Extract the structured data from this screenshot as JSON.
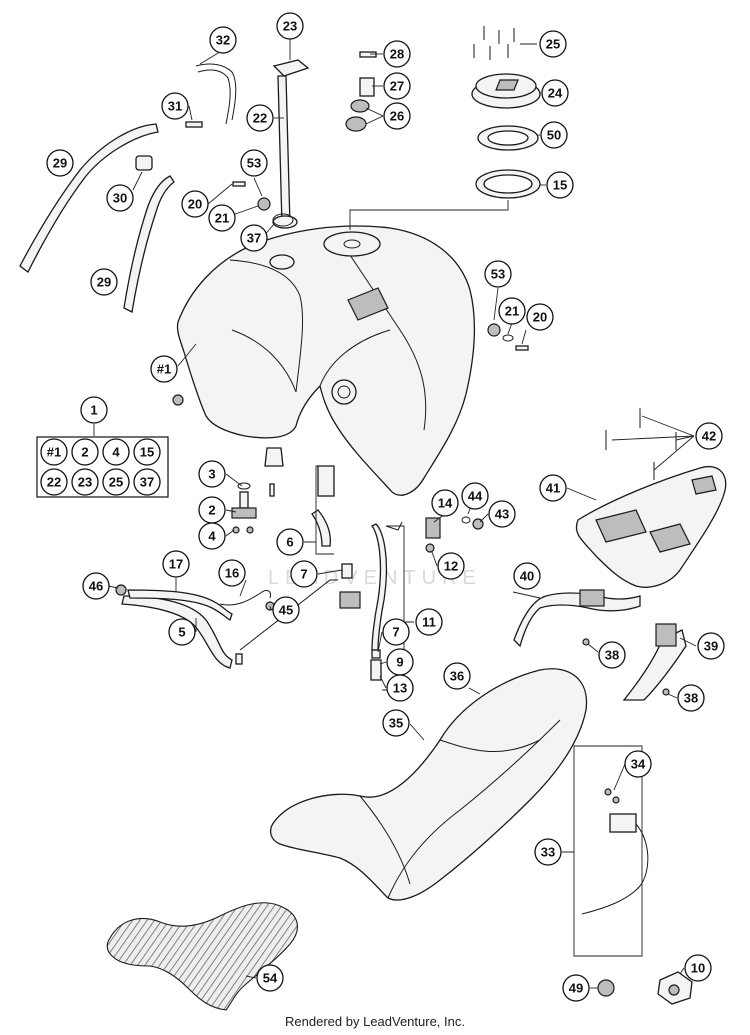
{
  "diagram": {
    "callouts": [
      {
        "id": "c32",
        "label": "32"
      },
      {
        "id": "c23t",
        "label": "23"
      },
      {
        "id": "c28",
        "label": "28"
      },
      {
        "id": "c25t",
        "label": "25"
      },
      {
        "id": "c31",
        "label": "31"
      },
      {
        "id": "c22",
        "label": "22"
      },
      {
        "id": "c27",
        "label": "27"
      },
      {
        "id": "c24",
        "label": "24"
      },
      {
        "id": "c26",
        "label": "26"
      },
      {
        "id": "c50",
        "label": "50"
      },
      {
        "id": "c29a",
        "label": "29"
      },
      {
        "id": "c53a",
        "label": "53"
      },
      {
        "id": "c30",
        "label": "30"
      },
      {
        "id": "c20a",
        "label": "20"
      },
      {
        "id": "c15",
        "label": "15"
      },
      {
        "id": "c21a",
        "label": "21"
      },
      {
        "id": "c37",
        "label": "37"
      },
      {
        "id": "c29b",
        "label": "29"
      },
      {
        "id": "c53b",
        "label": "53"
      },
      {
        "id": "c21b",
        "label": "21"
      },
      {
        "id": "c20b",
        "label": "20"
      },
      {
        "id": "c1t",
        "label": "#1"
      },
      {
        "id": "c1",
        "label": "1"
      },
      {
        "id": "c42",
        "label": "42"
      },
      {
        "id": "c3",
        "label": "3"
      },
      {
        "id": "c41",
        "label": "41"
      },
      {
        "id": "c14",
        "label": "14"
      },
      {
        "id": "c44",
        "label": "44"
      },
      {
        "id": "c2",
        "label": "2"
      },
      {
        "id": "c43",
        "label": "43"
      },
      {
        "id": "c4",
        "label": "4"
      },
      {
        "id": "c6",
        "label": "6"
      },
      {
        "id": "c12",
        "label": "12"
      },
      {
        "id": "c17",
        "label": "17"
      },
      {
        "id": "c7a",
        "label": "7"
      },
      {
        "id": "c40",
        "label": "40"
      },
      {
        "id": "c46",
        "label": "46"
      },
      {
        "id": "c16",
        "label": "16"
      },
      {
        "id": "c45",
        "label": "45"
      },
      {
        "id": "c11",
        "label": "11"
      },
      {
        "id": "c5",
        "label": "5"
      },
      {
        "id": "c7b",
        "label": "7"
      },
      {
        "id": "c38a",
        "label": "38"
      },
      {
        "id": "c39",
        "label": "39"
      },
      {
        "id": "c9",
        "label": "9"
      },
      {
        "id": "c36",
        "label": "36"
      },
      {
        "id": "c13",
        "label": "13"
      },
      {
        "id": "c38b",
        "label": "38"
      },
      {
        "id": "c35",
        "label": "35"
      },
      {
        "id": "c34",
        "label": "34"
      },
      {
        "id": "c33",
        "label": "33"
      },
      {
        "id": "c54",
        "label": "54"
      },
      {
        "id": "c10",
        "label": "10"
      },
      {
        "id": "c49",
        "label": "49"
      }
    ],
    "kit_table": {
      "rows": [
        [
          "#1",
          "2",
          "4",
          "15"
        ],
        [
          "22",
          "23",
          "25",
          "37"
        ]
      ]
    },
    "watermark": "LEADVENTURE"
  },
  "footer": {
    "text": "Rendered by LeadVenture, Inc."
  }
}
